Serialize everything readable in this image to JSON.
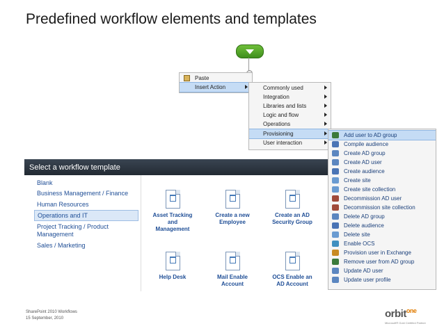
{
  "title": "Predefined workflow elements and templates",
  "context_menu": {
    "items": [
      {
        "label": "Paste"
      },
      {
        "label": "Insert Action"
      }
    ]
  },
  "action_categories": [
    {
      "label": "Commonly used"
    },
    {
      "label": "Integration"
    },
    {
      "label": "Libraries and lists"
    },
    {
      "label": "Logic and flow"
    },
    {
      "label": "Operations"
    },
    {
      "label": "Provisioning"
    },
    {
      "label": "User interaction"
    }
  ],
  "template_panel": {
    "header": "Select a workflow template",
    "categories": [
      {
        "label": "Blank"
      },
      {
        "label": "Business Management / Finance"
      },
      {
        "label": "Human Resources"
      },
      {
        "label": "Operations and IT"
      },
      {
        "label": "Project Tracking / Product"
      },
      {
        "label": "Management"
      },
      {
        "label": "Sales / Marketing"
      }
    ],
    "templates": [
      {
        "line1": "Asset Tracking",
        "line2": "and",
        "line3": "Management"
      },
      {
        "line1": "Create a new",
        "line2": "Employee",
        "line3": ""
      },
      {
        "line1": "Create an AD",
        "line2": "Security Group",
        "line3": ""
      },
      {
        "line1": "Help Desk",
        "line2": "",
        "line3": ""
      },
      {
        "line1": "Mail Enable",
        "line2": "Account",
        "line3": ""
      },
      {
        "line1": "OCS Enable an",
        "line2": "AD Account",
        "line3": ""
      }
    ]
  },
  "provisioning_actions": [
    {
      "label": "Add user to AD group",
      "color": "#3b7a3b"
    },
    {
      "label": "Compile audience",
      "color": "#4a74b5"
    },
    {
      "label": "Create AD group",
      "color": "#5b86c0"
    },
    {
      "label": "Create AD user",
      "color": "#5b86c0"
    },
    {
      "label": "Create audience",
      "color": "#4a74b5"
    },
    {
      "label": "Create site",
      "color": "#6a9bd1"
    },
    {
      "label": "Create site collection",
      "color": "#6a9bd1"
    },
    {
      "label": "Decommission AD user",
      "color": "#a04a3a"
    },
    {
      "label": "Decommission site collection",
      "color": "#a04a3a"
    },
    {
      "label": "Delete AD group",
      "color": "#5b86c0"
    },
    {
      "label": "Delete audience",
      "color": "#4a74b5"
    },
    {
      "label": "Delete site",
      "color": "#6a9bd1"
    },
    {
      "label": "Enable OCS",
      "color": "#3f8fc0"
    },
    {
      "label": "Provision user in Exchange",
      "color": "#c88a22"
    },
    {
      "label": "Remove user from AD group",
      "color": "#3b7a3b"
    },
    {
      "label": "Update AD user",
      "color": "#5b86c0"
    },
    {
      "label": "Update user profile",
      "color": "#5b86c0"
    }
  ],
  "footer": {
    "line1": "SharePoint 2010 Workflows",
    "line2": "15 September, 2010"
  },
  "logo": {
    "main": "orbit",
    "sup": "one",
    "tagline": "Microsoft® Gold Certified Partner"
  }
}
